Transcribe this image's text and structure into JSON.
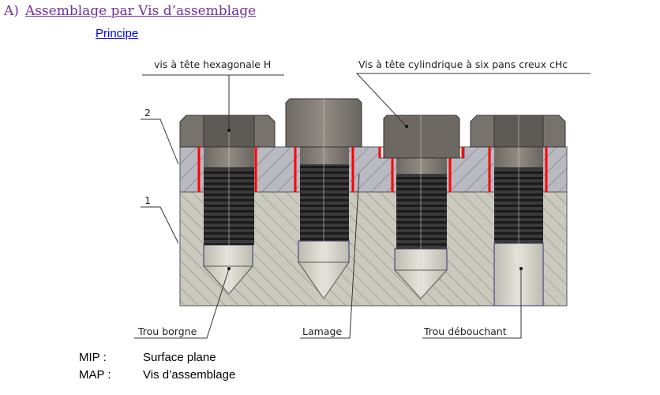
{
  "heading": {
    "prefix": "A)",
    "title": "Assemblage par Vis d’assemblage"
  },
  "subheading": "Principe",
  "figure": {
    "label_hex": "vis à tête hexagonale H",
    "label_chc": "Vis à tête cylindrique à six pans creux cHc",
    "part_2": "2",
    "part_1": "1",
    "label_blind": "Trou borgne",
    "label_counterbore": "Lamage",
    "label_through": "Trou débouchant"
  },
  "rows": [
    {
      "key": "MIP :",
      "value": "Surface plane"
    },
    {
      "key": "MAP :",
      "value": "Vis d’assemblage"
    }
  ],
  "colors": {
    "title": "#7030a0",
    "link": "#0000ee",
    "gap": "#ff0000"
  }
}
